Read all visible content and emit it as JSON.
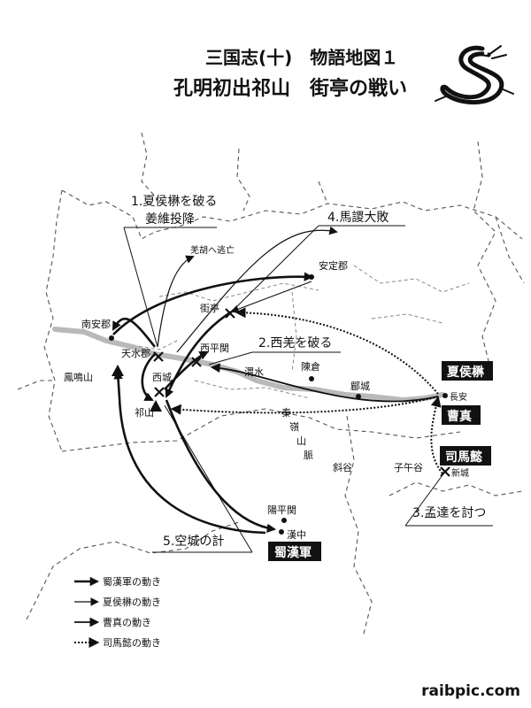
{
  "title": {
    "line1": "三国志(十)　物語地図１",
    "line2": "孔明初出祁山　街亭の戦い"
  },
  "events": {
    "e1_line1": "1.夏侯楙を破る",
    "e1_line2": "姜維投降",
    "e2": "2.西羌を破る",
    "e3": "3.孟達を討つ",
    "e4": "4.馬謖大敗",
    "e5": "5.空城の計",
    "fled": "羌胡へ逃亡"
  },
  "places": {
    "nananjun": "南安郡",
    "tensuijun": "天水郡",
    "fumeizan": "鳳鳴山",
    "seijo": "西城",
    "kizan": "祁山",
    "gaitei": "街亭",
    "anteijun": "安定郡",
    "seiheikan": "西平関",
    "weishui": "渭水",
    "chinsou": "陳倉",
    "bijo": "郿城",
    "choan": "長安",
    "qinling_1": "秦",
    "qinling_2": "嶺",
    "qinling_3": "山",
    "qinling_4": "脈",
    "shakoku": "斜谷",
    "shigokoku": "子午谷",
    "shinjo": "新城",
    "yoheikan": "陽平関",
    "kanchu": "漢中"
  },
  "badges": {
    "kakoumo": "夏侯楙",
    "soshin": "曹真",
    "shibai": "司馬懿",
    "shokukangun": "蜀漢軍"
  },
  "legend": [
    {
      "label": "蜀漢軍の動き",
      "style": "thick"
    },
    {
      "label": "夏侯楙の動き",
      "style": "thin"
    },
    {
      "label": "曹真の動き",
      "style": "medium"
    },
    {
      "label": "司馬懿の動き",
      "style": "dotted"
    }
  ],
  "credit": "raibpic.com",
  "colors": {
    "ink": "#111111",
    "river": "#b9b9b9",
    "border": "#555555",
    "badge": "#111111"
  }
}
